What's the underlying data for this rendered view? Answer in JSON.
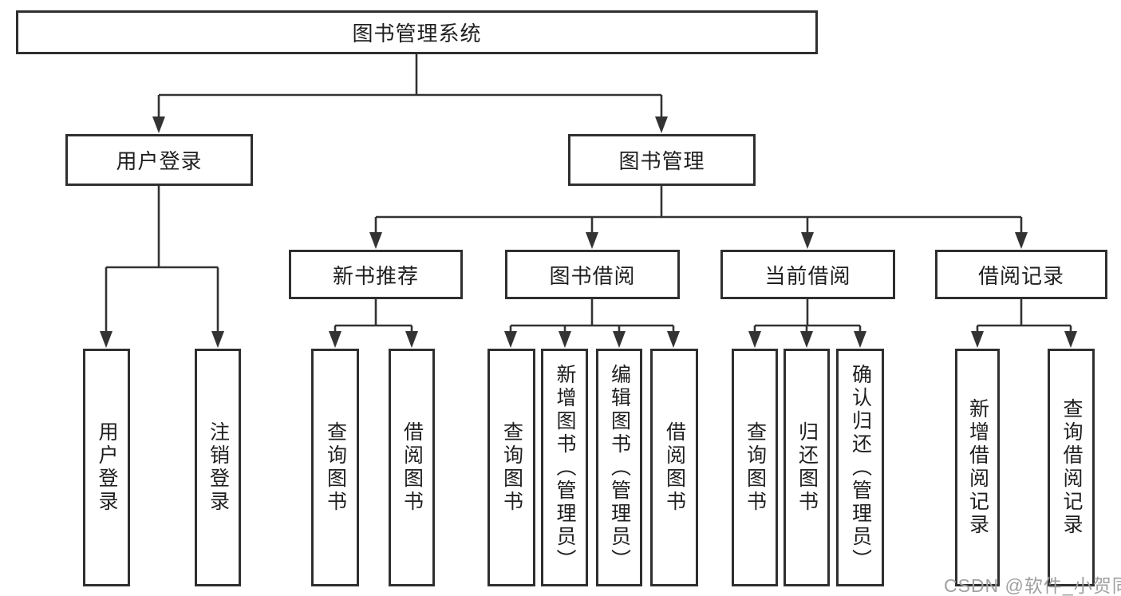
{
  "diagram": {
    "title": "图书管理系统",
    "nodes": {
      "root": "图书管理系统",
      "user_login": "用户登录",
      "book_management": "图书管理",
      "new_book_recommend": "新书推荐",
      "book_borrow": "图书借阅",
      "current_borrow": "当前借阅",
      "borrow_record": "借阅记录",
      "leaf_user_login": "用户登录",
      "leaf_logout": "注销登录",
      "leaf_rec_query_book": "查询图书",
      "leaf_rec_borrow_book": "借阅图书",
      "leaf_bb_query_book": "查询图书",
      "leaf_bb_add_book": "新增图书（管理员）",
      "leaf_bb_edit_book": "编辑图书（管理员）",
      "leaf_bb_borrow_book": "借阅图书",
      "leaf_cb_query_book": "查询图书",
      "leaf_cb_return_book": "归还图书",
      "leaf_cb_confirm_return": "确认归还（管理员）",
      "leaf_br_add_record": "新增借阅记录",
      "leaf_br_query_record": "查询借阅记录"
    },
    "hierarchy": {
      "图书管理系统": {
        "用户登录": [
          "用户登录",
          "注销登录"
        ],
        "图书管理": {
          "新书推荐": [
            "查询图书",
            "借阅图书"
          ],
          "图书借阅": [
            "查询图书",
            "新增图书（管理员）",
            "编辑图书（管理员）",
            "借阅图书"
          ],
          "当前借阅": [
            "查询图书",
            "归还图书",
            "确认归还（管理员）"
          ],
          "借阅记录": [
            "新增借阅记录",
            "查询借阅记录"
          ]
        }
      }
    }
  },
  "watermark": "CSDN @软件_小贺同学",
  "colors": {
    "line": "#333333",
    "box_border": "#2f2f2f",
    "text": "#1f1f1f",
    "watermark": "#a0a0a0",
    "background": "#ffffff"
  }
}
